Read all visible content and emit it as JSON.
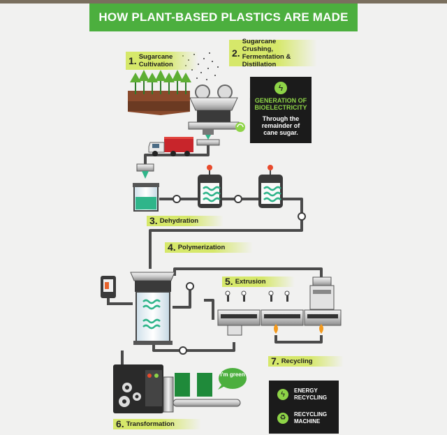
{
  "title": "HOW PLANT-BASED PLASTICS ARE MADE",
  "steps": [
    {
      "num": "1.",
      "label": "Sugarcane Cultivation"
    },
    {
      "num": "2.",
      "label": "Sugarcane Crushing, Fermentation & Distillation"
    },
    {
      "num": "3.",
      "label": "Dehydration"
    },
    {
      "num": "4.",
      "label": "Polymerization"
    },
    {
      "num": "5.",
      "label": "Extrusion"
    },
    {
      "num": "6.",
      "label": "Transformation"
    },
    {
      "num": "7.",
      "label": "Recycling"
    }
  ],
  "bioelectricity": {
    "heading": "GENERATION OF BIOELECTRICITY",
    "body": "Through the remainder of cane sugar."
  },
  "recycling_box": {
    "energy": "ENERGY RECYCLING",
    "machine": "RECYCLING MACHINE"
  },
  "badge": "I'm green",
  "colors": {
    "banner": "#4caf3e",
    "label": "#d6e86a",
    "liquid": "#2fb58a",
    "pipe": "#555555"
  },
  "icons": [
    "lightning-icon",
    "recycle-icon",
    "gear-icon",
    "flame-icon",
    "truck-icon"
  ]
}
